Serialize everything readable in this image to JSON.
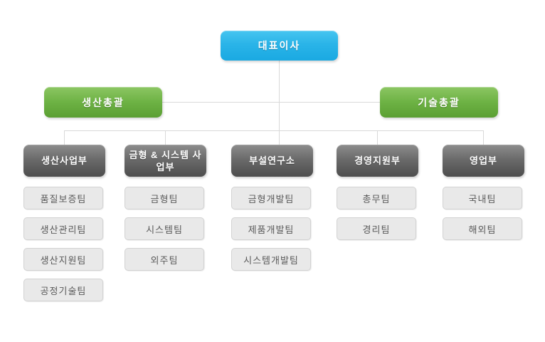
{
  "chart": {
    "title": "organization-chart",
    "ceo": {
      "label": "대표이사",
      "color": "#2ab4e8"
    },
    "executives": [
      {
        "label": "생산총괄",
        "color": "#6db244"
      },
      {
        "label": "기술총괄",
        "color": "#6db244"
      }
    ],
    "departments": [
      {
        "label": "생산사업부",
        "teams": [
          "품질보증팀",
          "생산관리팀",
          "생산지원팀",
          "공정기술팀"
        ]
      },
      {
        "label": "금형 & 시스템 사업부",
        "teams": [
          "금형팀",
          "시스템팀",
          "외주팀"
        ]
      },
      {
        "label": "부설연구소",
        "teams": [
          "금형개발팀",
          "제품개발팀",
          "시스템개발팀"
        ]
      },
      {
        "label": "경영지원부",
        "teams": [
          "총무팀",
          "경리팀"
        ]
      },
      {
        "label": "영업부",
        "teams": [
          "국내팀",
          "해외팀"
        ]
      }
    ],
    "colors": {
      "dept_box": "#5a5a5a",
      "team_box_bg": "#e9e9e9",
      "team_box_border": "#d2d2d2",
      "connector_line": "#d9d9d9",
      "background": "#ffffff"
    }
  }
}
